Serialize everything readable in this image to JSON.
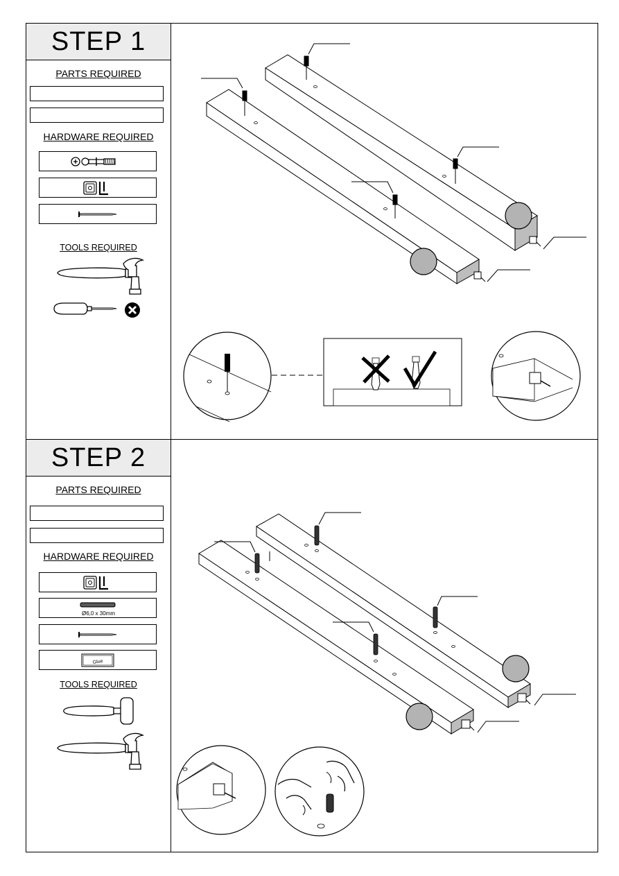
{
  "step1": {
    "title": "STEP 1",
    "parts_required": "PARTS REQUIRED",
    "hardware_required": "HARDWARE REQUIRED",
    "tools_required": "TOOLS REQUIRED",
    "hardware_icons": [
      "cam-bolt-icon",
      "cam-lock-with-allen-key-icon",
      "nail-icon"
    ],
    "tool_icons": [
      "hammer-icon",
      "screwdriver-icon",
      "prohibited-icon"
    ]
  },
  "step2": {
    "title": "STEP 2",
    "parts_required": "PARTS REQUIRED",
    "hardware_required": "HARDWARE REQUIRED",
    "tools_required": "TOOLS REQUIRED",
    "dowel_size": "Ø6,0 x 30mm",
    "glue_label": "Glue",
    "hardware_icons": [
      "cam-lock-with-allen-key-icon",
      "dowel-icon",
      "nail-icon",
      "glue-icon"
    ],
    "tool_icons": [
      "mallet-icon",
      "hammer-icon"
    ]
  }
}
